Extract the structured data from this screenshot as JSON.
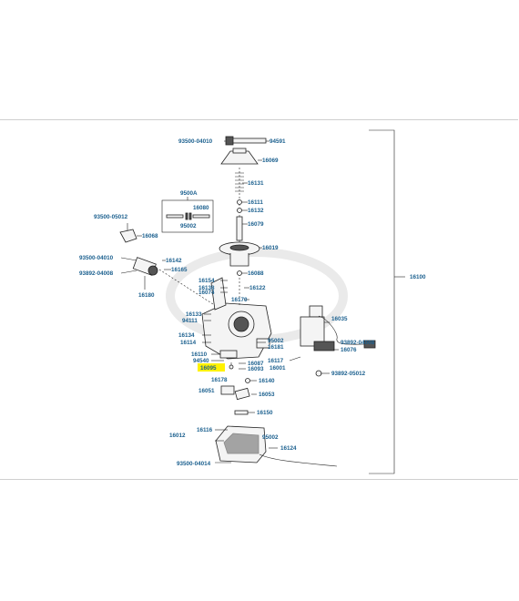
{
  "diagram": {
    "highlight_color": "#fff200",
    "label_color": "#1a5f8e",
    "assembly_label": "16100",
    "kit_label": "9500A",
    "labels": {
      "p93500_04010_top": "93500-04010",
      "p94591": "94591",
      "p16069": "16069",
      "p16131": "16131",
      "p16111": "16111",
      "p16132": "16132",
      "p16079": "16079",
      "p16080": "16080",
      "p95002_kit": "95002",
      "p93500_05012": "93500-05012",
      "p16068": "16068",
      "p16019": "16019",
      "p93500_04010_left": "93500-04010",
      "p16142": "16142",
      "p16165": "16165",
      "p93892_04008_left": "93892-04008",
      "p16180": "16180",
      "p16088": "16088",
      "p16154": "16154",
      "p16138": "16138",
      "p16074": "16074",
      "p16122": "16122",
      "p16170": "16170",
      "p16133": "16133",
      "p94111": "94111",
      "p16035": "16035",
      "p16134": "16134",
      "p16114": "16114",
      "p95002_mid": "95002",
      "p16181": "16181",
      "p93892_04008_right": "93892-04008",
      "p16110": "16110",
      "p94540": "94540",
      "p16087": "16087",
      "p16117": "16117",
      "p16093": "16093",
      "p16001": "16001",
      "p16076": "16076",
      "p16095": "16095",
      "p93892_05012": "93892-05012",
      "p16178": "16178",
      "p16140": "16140",
      "p16051": "16051",
      "p16053": "16053",
      "p16150": "16150",
      "p16116": "16116",
      "p16012": "16012",
      "p95002_bottom": "95002",
      "p16124": "16124",
      "p93500_04014": "93500-04014"
    }
  }
}
